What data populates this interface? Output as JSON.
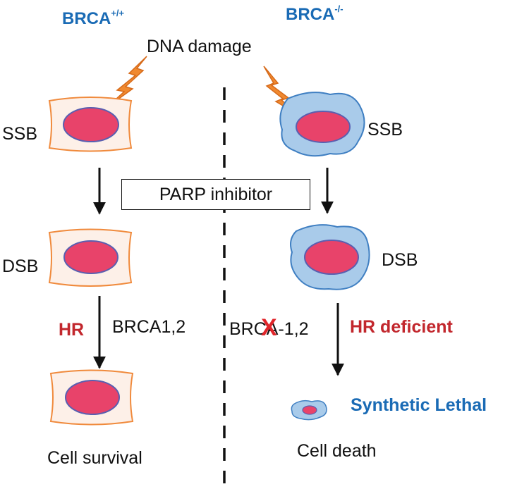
{
  "left_column": {
    "genotype_base": "BRCA",
    "genotype_sup": "+/+",
    "ssb_label": "SSB",
    "dsb_label": "DSB",
    "hr_label": "HR",
    "brca_label": "BRCA1,2",
    "outcome": "Cell survival"
  },
  "right_column": {
    "genotype_base": "BRCA",
    "genotype_sup": "-/-",
    "ssb_label": "SSB",
    "dsb_label": "DSB",
    "brca_label_a": "BRC",
    "brca_label_b": "A-1,2",
    "crossed_mark": "X",
    "hr_label": "HR deficient",
    "synthetic_label": "Synthetic Lethal",
    "outcome": "Cell death"
  },
  "center": {
    "damage_label": "DNA damage",
    "inhibitor_label": "PARP inhibitor"
  },
  "colors": {
    "nucleus": "#e8436a",
    "nucleus_stroke": "#5a5fb0",
    "normal_cell_fill": "#fdf0e8",
    "normal_cell_stroke": "#f08a3c",
    "cancer_cell_fill": "#a9cbea",
    "cancer_cell_stroke": "#3f7fc2",
    "lightning": "#f0892f",
    "hr_red": "#c2272d",
    "brca_blue": "#1a6bb5"
  }
}
